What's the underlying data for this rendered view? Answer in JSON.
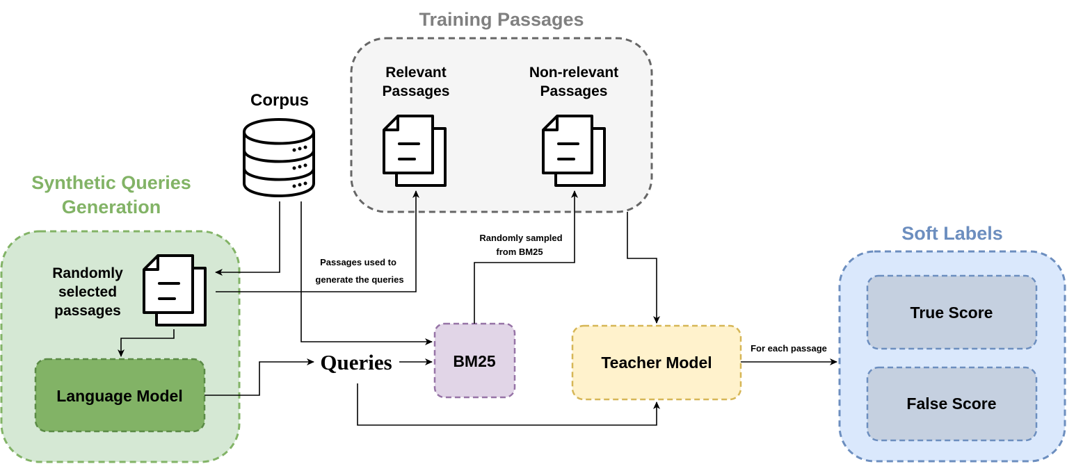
{
  "groups": {
    "synthetic": {
      "title_line1": "Synthetic Queries",
      "title_line2": "Generation",
      "title_color": "#82b366",
      "fill": "#d5e8d4",
      "stroke": "#82b366"
    },
    "training": {
      "title": "Training Passages",
      "title_color": "#808080",
      "fill": "#f5f5f5",
      "stroke": "#666666"
    },
    "soft_labels": {
      "title": "Soft Labels",
      "title_color": "#6c8ebf",
      "fill": "#dae8fc",
      "stroke": "#6c8ebf"
    }
  },
  "nodes": {
    "corpus": {
      "label": "Corpus",
      "icon": "database-icon"
    },
    "random_passages": {
      "line1": "Randomly",
      "line2": "selected",
      "line3": "passages",
      "icon": "documents-icon"
    },
    "language_model": {
      "label": "Language Model",
      "fill": "#82b366",
      "stroke": "#5a8a45"
    },
    "queries": {
      "label": "Queries"
    },
    "bm25": {
      "label": "BM25",
      "fill": "#e1d5e7",
      "stroke": "#9673a6"
    },
    "teacher": {
      "label": "Teacher Model",
      "fill": "#fff2cc",
      "stroke": "#d6b656"
    },
    "relevant": {
      "line1": "Relevant",
      "line2": "Passages",
      "icon": "documents-icon"
    },
    "non_relevant": {
      "line1": "Non-relevant",
      "line2": "Passages",
      "icon": "documents-icon"
    },
    "true_score": {
      "label": "True Score",
      "fill": "#c5d0e0",
      "stroke": "#6c8ebf"
    },
    "false_score": {
      "label": "False Score",
      "fill": "#c5d0e0",
      "stroke": "#6c8ebf"
    }
  },
  "edge_labels": {
    "passages_used_line1": "Passages used to",
    "passages_used_line2": "generate the queries",
    "randomly_sampled_line1": "Randomly sampled",
    "randomly_sampled_line2": "from BM25",
    "for_each": "For each passage"
  }
}
